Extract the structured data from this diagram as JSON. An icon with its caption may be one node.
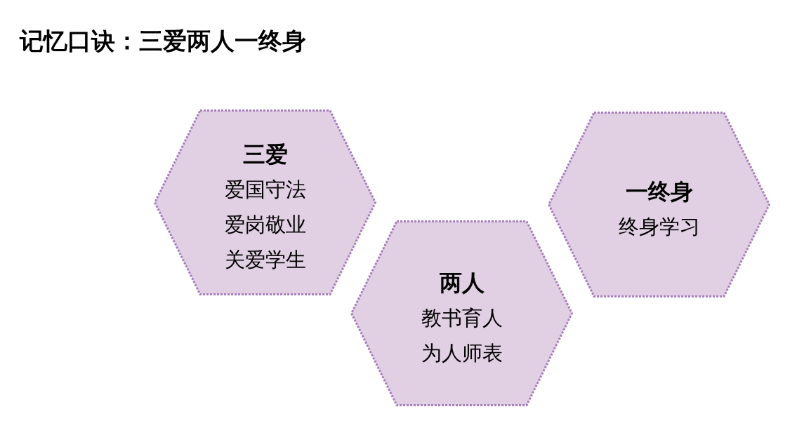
{
  "diagram": {
    "title": "记忆口诀：三爱两人一终身",
    "nodes": [
      {
        "text": [
          "三爱",
          "爱国守法",
          "爱岗敬业",
          "关爱学生"
        ]
      },
      {
        "text": [
          "两人",
          "教书育人",
          "为人师表"
        ]
      },
      {
        "text": [
          "一终身",
          "终身学习"
        ]
      }
    ]
  }
}
